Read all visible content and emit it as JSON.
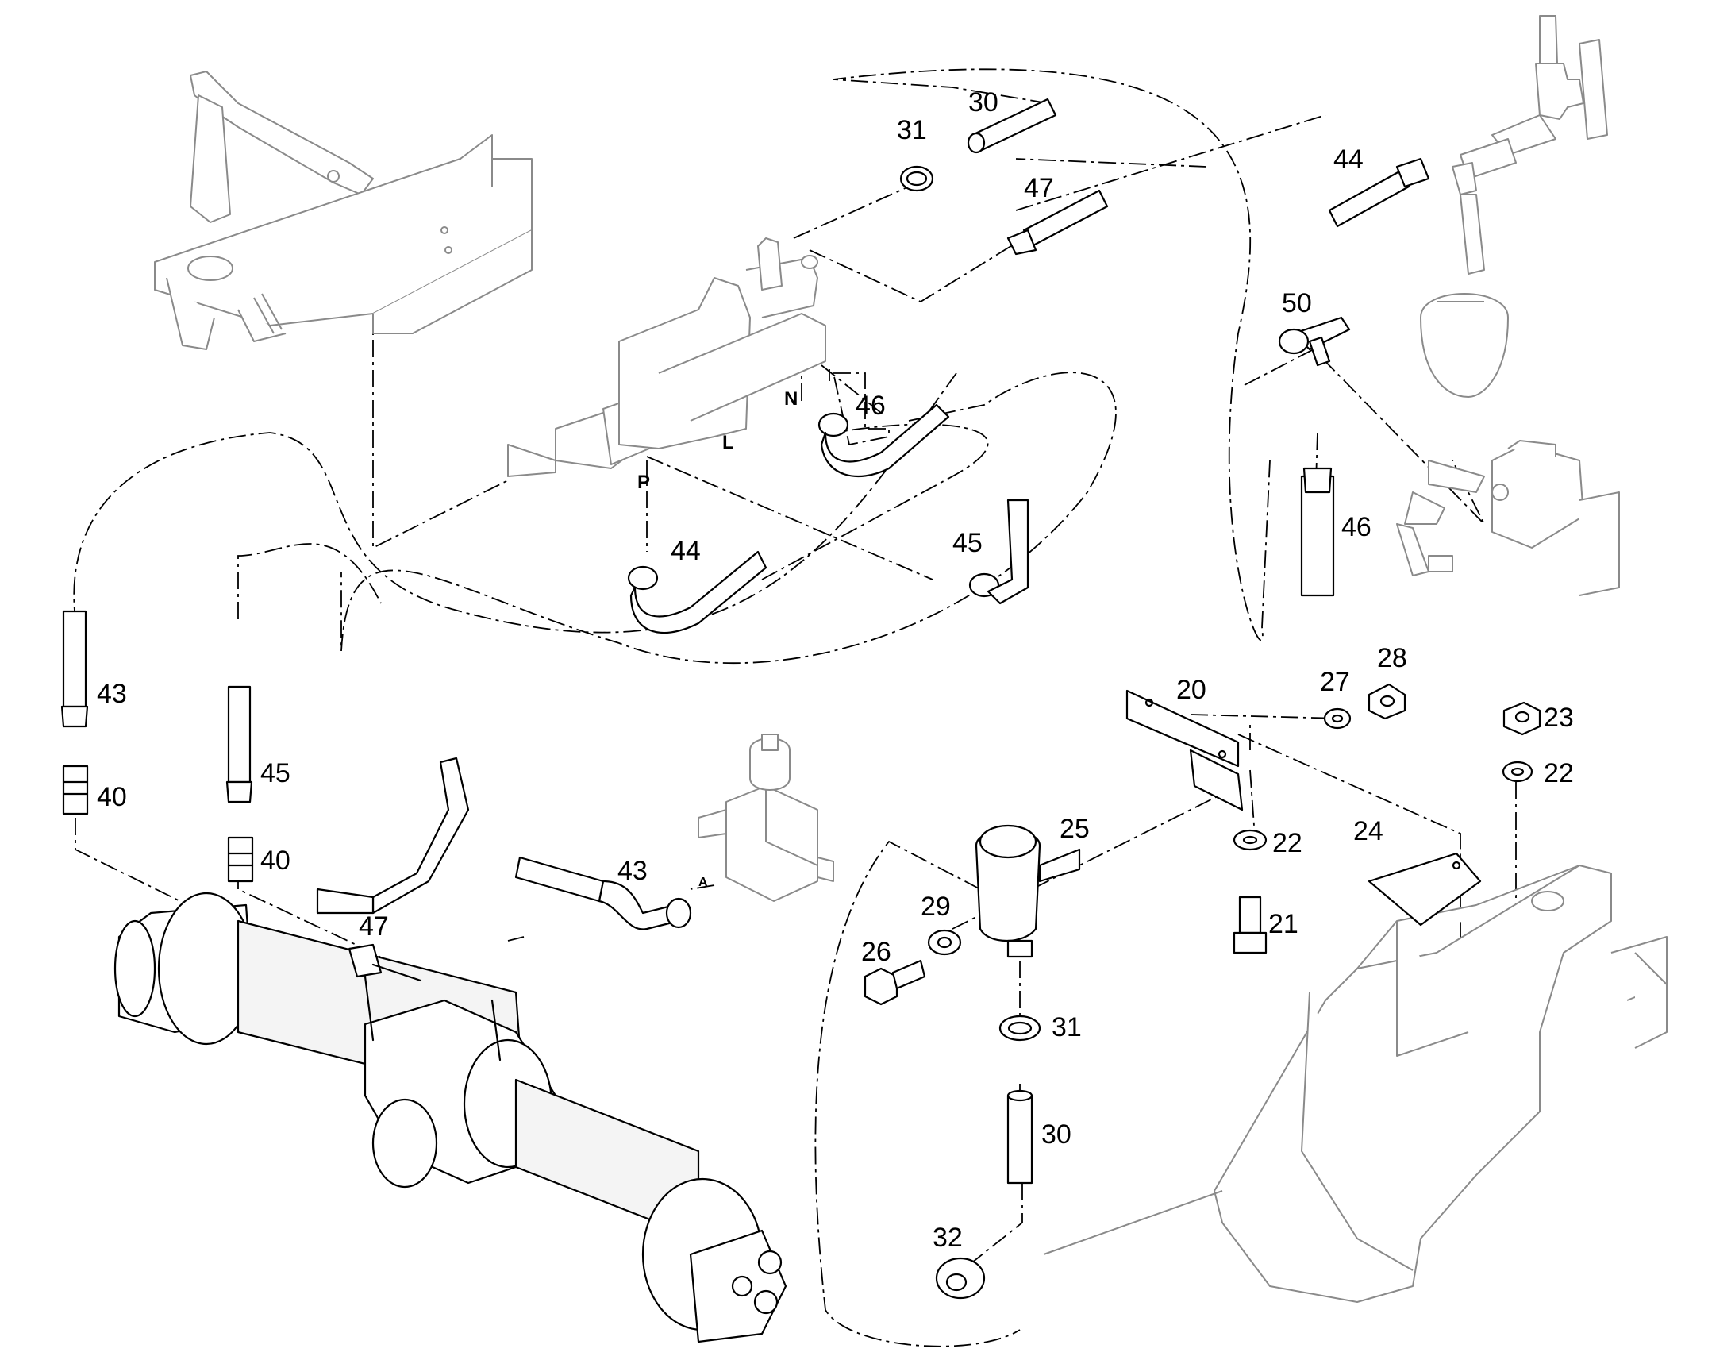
{
  "callouts": {
    "c31_top": "31",
    "c30_top": "30",
    "c47_top": "47",
    "c44_top": "44",
    "c50": "50",
    "c46_mid": "46",
    "c46_right": "46",
    "c44_mid": "44",
    "c45_mid": "45",
    "c43_left": "43",
    "c40_left": "40",
    "c45_left": "45",
    "c40_mid": "40",
    "c47_bottom": "47",
    "c43_mid": "43",
    "c20": "20",
    "c27": "27",
    "c28": "28",
    "c23": "23",
    "c22_right": "22",
    "c24": "24",
    "c22_mid": "22",
    "c25": "25",
    "c29": "29",
    "c26": "26",
    "c21": "21",
    "c31_bottom": "31",
    "c30_bottom": "30",
    "c32": "32"
  },
  "ports": {
    "n": "N",
    "l": "L",
    "p": "P",
    "a": "A"
  }
}
